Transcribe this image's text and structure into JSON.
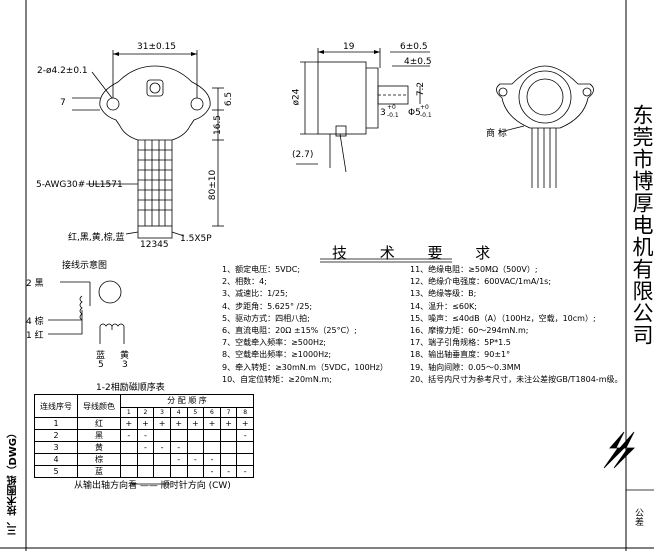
{
  "dims": {
    "width_31": "31±0.15",
    "holes": "2-ø4.2±0.1",
    "h7": "7",
    "h6_5": "6.5",
    "h16_5": "16.5",
    "lead_len": "80±10",
    "wires": "5-AWG30# UL1571",
    "colors": "红,黑,黄,棕,蓝",
    "pins": "12345",
    "connector": "1.5X5P",
    "d19": "19",
    "d6": "6±0.5",
    "d4": "4±0.5",
    "dia24": "ø24",
    "d3": "3",
    "d3_tol_top": "+0",
    "d3_tol_bot": "-0.1",
    "dia5": "Φ5",
    "dia5_tol_top": "+0",
    "dia5_tol_bot": "-0.1",
    "d2_7": "(2.7)",
    "d7_2": "7.2",
    "label_mark": "商 标"
  },
  "schematic": {
    "title": "接线示意图",
    "wire2": "2 黑",
    "wire4": "4 棕",
    "wire1": "1 红",
    "wire5_label": "蓝",
    "wire5_num": "5",
    "wire3_label": "黄",
    "wire3_num": "3",
    "caption": "1-2相励磁顺序表"
  },
  "table": {
    "h_seq": "连线序号",
    "h_color": "导线颜色",
    "h_dist": "分 配 顺 序",
    "steps": [
      "1",
      "2",
      "3",
      "4",
      "5",
      "6",
      "7",
      "8"
    ],
    "rows": [
      {
        "seq": "1",
        "color": "红",
        "cells": [
          "+",
          "+",
          "+",
          "+",
          "+",
          "+",
          "+",
          "+"
        ]
      },
      {
        "seq": "2",
        "color": "黑",
        "cells": [
          "-",
          "-",
          "",
          "",
          "",
          "",
          "",
          "-"
        ]
      },
      {
        "seq": "3",
        "color": "黄",
        "cells": [
          "",
          "-",
          "-",
          "-",
          "",
          "",
          "",
          ""
        ]
      },
      {
        "seq": "4",
        "color": "棕",
        "cells": [
          "",
          "",
          "",
          "-",
          "-",
          "-",
          "",
          ""
        ]
      },
      {
        "seq": "5",
        "color": "蓝",
        "cells": [
          "",
          "",
          "",
          "",
          "",
          "-",
          "-",
          "-"
        ]
      }
    ],
    "footer": "从输出轴方向看 —— 顺时针方向 (CW)"
  },
  "spec": {
    "title": "技 术 要 求",
    "left": [
      "1、额定电压：5VDC;",
      "2、相数：4;",
      "3、减速比：1/25;",
      "4、步距角：5.625° /25;",
      "5、驱动方式：四相八拍;",
      "6、直流电阻：20Ω ±15%（25°C）;",
      "7、空载牵入频率：≥500Hz;",
      "8、空载牵出频率：≥1000Hz;",
      "9、牵入转矩：≥30mN.m（5VDC，100Hz）",
      "10、自定位转矩：≥20mN.m;"
    ],
    "right": [
      "11、绝缘电阻：≥50MΩ（500V）;",
      "12、绝缘介电强度：600VAC/1mA/1s;",
      "13、绝缘等级：B;",
      "14、温升：≤60K;",
      "15、噪声：≤40dB（A）（100Hz，空载，10cm）;",
      "16、摩擦力矩：60～294mN.m;",
      "17、端子引角规格：5P*1.5",
      "18、输出轴垂直度：90±1°",
      "19、轴向间隙：0.05～0.3MM",
      "20、括号内尺寸为参考尺寸，未注公差按GB/T1804-m级。"
    ]
  },
  "company": "东莞市博厚电机有限公司",
  "sidebar_title": "三、技术图纸（DWG）",
  "tolerance_label": "公差"
}
